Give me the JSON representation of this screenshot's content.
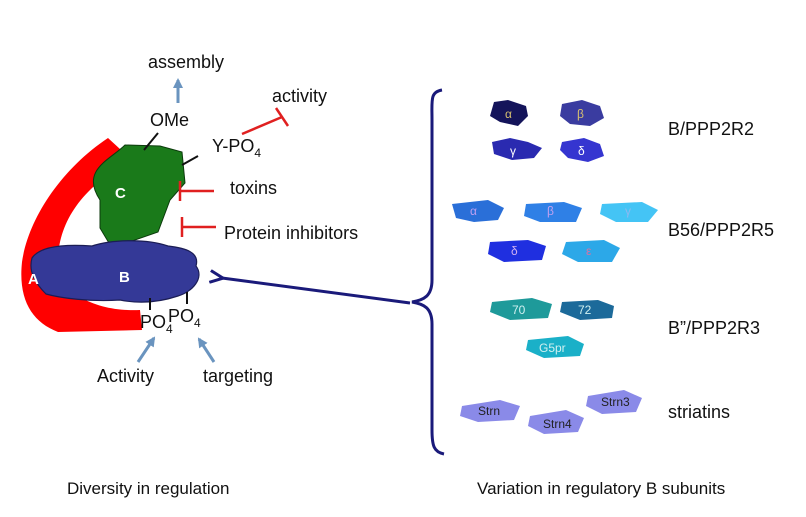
{
  "colors": {
    "subunit_a": "#ff0000",
    "subunit_b": "#343997",
    "subunit_c": "#1a7a1a",
    "arrow_blue": "#6a94bf",
    "inhibit_red": "#e02020",
    "bracket": "#1a1a7a",
    "b_alpha": "#14145a",
    "b_beta": "#3a3ca0",
    "b_gamma": "#2a2ab0",
    "b_delta": "#3535d0",
    "b56_alpha": "#2a6fd8",
    "b56_beta": "#2f80e6",
    "b56_gamma": "#44c4f5",
    "b56_delta": "#1f2fe0",
    "b56_epsilon": "#2ca8e8",
    "bpp_70": "#1e9a9a",
    "bpp_72": "#1c6a9a",
    "bpp_g5pr": "#1ab0c8",
    "striatin": "#8a8ae8"
  },
  "holoenzyme": {
    "label_a": "A",
    "label_b": "B",
    "label_c": "C"
  },
  "modifications": {
    "ome": "OMe",
    "assembly": "assembly",
    "y_po4": "Y-PO",
    "y_po4_sub": "4",
    "activity_top": "activity",
    "toxins": "toxins",
    "protein_inhibitors": "Protein inhibitors",
    "po4_left": "PO",
    "po4_left_sub": "4",
    "po4_right": "PO",
    "po4_right_sub": "4",
    "activity_bottom": "Activity",
    "targeting": "targeting"
  },
  "families": {
    "b_ppp2r2": {
      "name": "B/PPP2R2",
      "members": [
        "α",
        "β",
        "γ",
        "δ"
      ]
    },
    "b56_ppp2r5": {
      "name": "B56/PPP2R5",
      "members": [
        "α",
        "β",
        "γ",
        "δ",
        "ε"
      ]
    },
    "bpp_ppp2r3": {
      "name": "B”/PPP2R3",
      "members": [
        "70",
        "72",
        "G5pr"
      ]
    },
    "striatins": {
      "name": "striatins",
      "members": [
        "Strn",
        "Strn4",
        "Strn3"
      ]
    }
  },
  "captions": {
    "left": "Diversity in regulation",
    "right": "Variation in regulatory B subunits"
  }
}
